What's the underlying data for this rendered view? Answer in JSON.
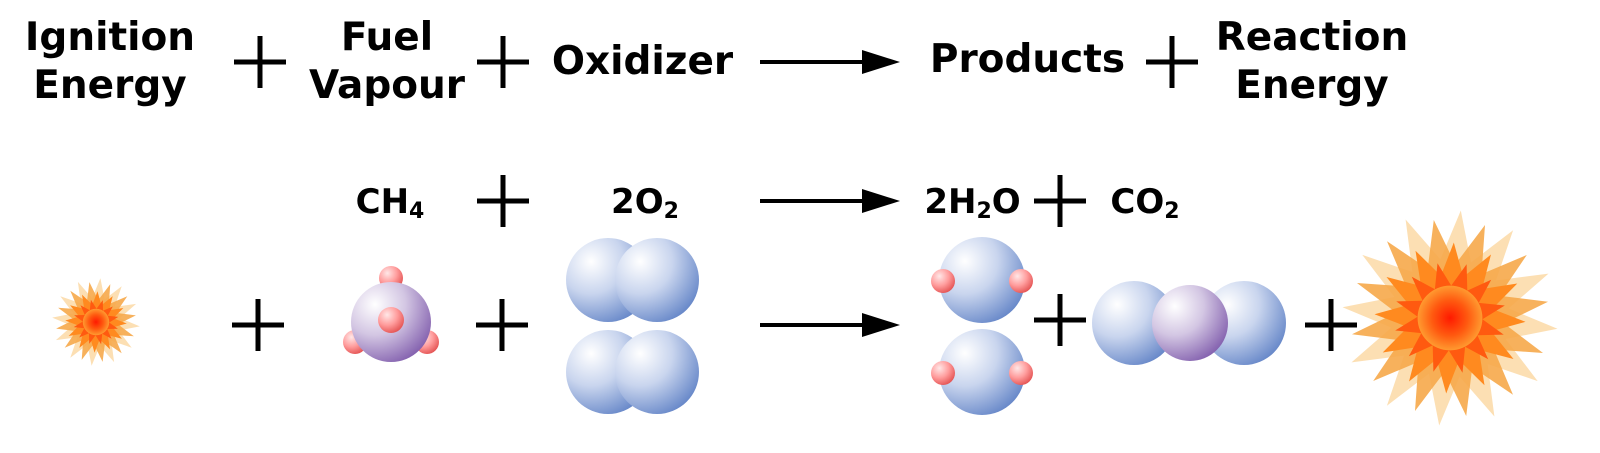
{
  "equation": {
    "ignition_energy_line1": "Ignition",
    "ignition_energy_line2": "Energy",
    "fuel_vapour_line1": "Fuel",
    "fuel_vapour_line2": "Vapour",
    "oxidizer": "Oxidizer",
    "products": "Products",
    "reaction_energy_line1": "Reaction",
    "reaction_energy_line2": "Energy"
  },
  "formula": {
    "methane": {
      "symbol": "CH",
      "subscript": "4"
    },
    "oxygen": {
      "coef": "2",
      "symbol": "O",
      "subscript": "2"
    },
    "water": {
      "coef": "2",
      "symbol_a": "H",
      "subscript": "2",
      "symbol_b": "O"
    },
    "carbon_dioxide": {
      "symbol": "CO",
      "subscript": "2"
    }
  },
  "colors": {
    "oxygen_atom": "#7f9ad3",
    "carbon_atom": "#a07cc0",
    "hydrogen_atom": "#ef6b6b",
    "burst_outer": "#f6a94a",
    "burst_core": "#ff2a00"
  }
}
